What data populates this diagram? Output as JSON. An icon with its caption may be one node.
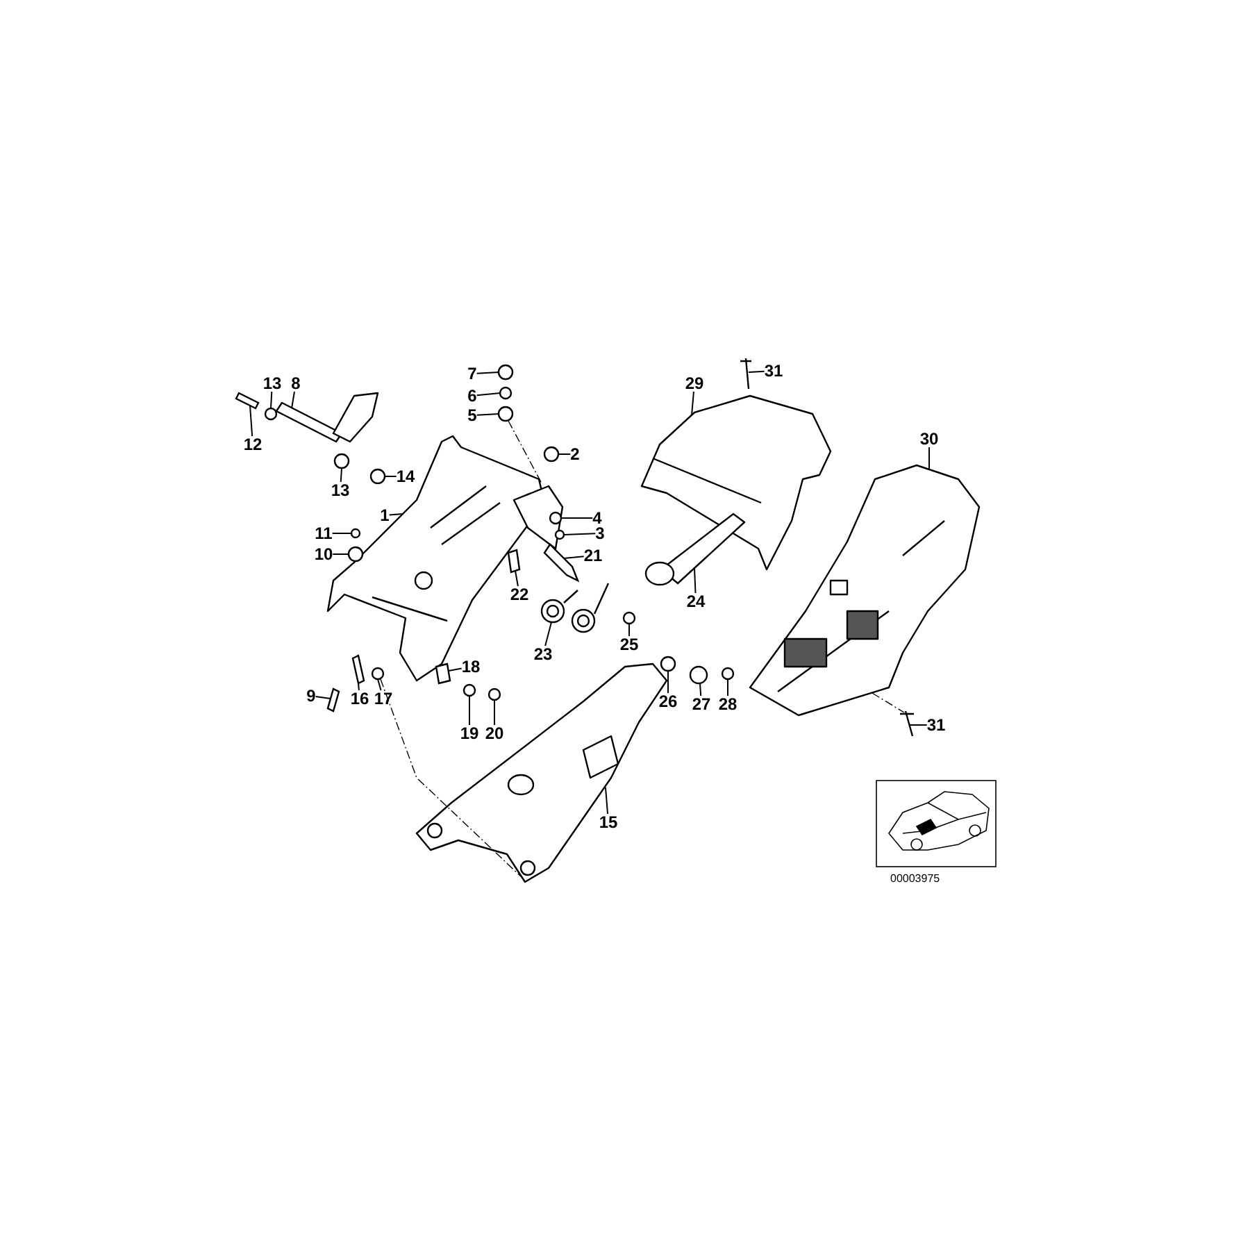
{
  "diagram": {
    "nodes": [
      {
        "text": [
          "7"
        ]
      },
      {
        "text": [
          "13"
        ]
      },
      {
        "text": [
          "8"
        ]
      },
      {
        "text": [
          "31"
        ]
      },
      {
        "text": [
          "6"
        ]
      },
      {
        "text": [
          "29"
        ]
      },
      {
        "text": [
          "5"
        ]
      },
      {
        "text": [
          "12"
        ]
      },
      {
        "text": [
          "2"
        ]
      },
      {
        "text": [
          "30"
        ]
      },
      {
        "text": [
          "13"
        ]
      },
      {
        "text": [
          "14"
        ]
      },
      {
        "text": [
          "1"
        ]
      },
      {
        "text": [
          "4"
        ]
      },
      {
        "text": [
          "11"
        ]
      },
      {
        "text": [
          "3"
        ]
      },
      {
        "text": [
          "10"
        ]
      },
      {
        "text": [
          "21"
        ]
      },
      {
        "text": [
          "22"
        ]
      },
      {
        "text": [
          "24"
        ]
      },
      {
        "text": [
          "23"
        ]
      },
      {
        "text": [
          "25"
        ]
      },
      {
        "text": [
          "18"
        ]
      },
      {
        "text": [
          "9"
        ]
      },
      {
        "text": [
          "16"
        ]
      },
      {
        "text": [
          "17"
        ]
      },
      {
        "text": [
          "26"
        ]
      },
      {
        "text": [
          "27"
        ]
      },
      {
        "text": [
          "28"
        ]
      },
      {
        "text": [
          "31"
        ]
      },
      {
        "text": [
          "19"
        ]
      },
      {
        "text": [
          "20"
        ]
      },
      {
        "text": [
          "15"
        ]
      },
      {
        "text": [],
        "shape": "circle"
      },
      {
        "text": [],
        "shape": "circle"
      },
      {
        "text": [],
        "shape": "picture"
      },
      {
        "text": [],
        "shape": "picture"
      },
      {
        "text": [],
        "shape": "circle"
      },
      {
        "text": [],
        "shape": "picture"
      },
      {
        "text": [],
        "shape": "circle"
      },
      {
        "text": [],
        "shape": "box"
      },
      {
        "text": [],
        "shape": "circle"
      },
      {
        "text": [],
        "shape": "picture"
      },
      {
        "text": [],
        "shape": "circle"
      },
      {
        "text": [],
        "shape": "circle"
      },
      {
        "text": [],
        "shape": "picture"
      },
      {
        "text": [],
        "shape": "circle"
      },
      {
        "text": [],
        "shape": "circle"
      },
      {
        "text": [],
        "shape": "circle"
      },
      {
        "text": [],
        "shape": "circle"
      },
      {
        "text": [],
        "shape": "box"
      },
      {
        "text": [],
        "shape": "box"
      },
      {
        "text": [],
        "shape": "picture"
      },
      {
        "text": [],
        "shape": "picture"
      },
      {
        "text": [],
        "shape": "circle"
      },
      {
        "text": [],
        "shape": "box"
      },
      {
        "text": [],
        "shape": "box"
      },
      {
        "text": [],
        "shape": "box"
      },
      {
        "text": [],
        "shape": "circle"
      },
      {
        "text": [],
        "shape": "circle"
      },
      {
        "text": [],
        "shape": "circle"
      },
      {
        "text": [],
        "shape": "circle"
      },
      {
        "text": [],
        "shape": "picture"
      },
      {
        "text": [],
        "shape": "circle"
      },
      {
        "text": [],
        "shape": "circle"
      },
      {
        "text": [],
        "shape": "picture"
      }
    ],
    "edges": [
      {
        "from": 0,
        "to": 33,
        "arrow": "none"
      },
      {
        "from": 1,
        "to": 34,
        "arrow": "none"
      },
      {
        "from": 2,
        "to": 35,
        "arrow": "none"
      },
      {
        "from": 3,
        "to": 36,
        "arrow": "none"
      },
      {
        "from": 4,
        "to": 37,
        "arrow": "none"
      },
      {
        "from": 5,
        "to": 38,
        "arrow": "none"
      },
      {
        "from": 6,
        "to": 39,
        "arrow": "none"
      },
      {
        "from": 7,
        "to": 40,
        "arrow": "none"
      },
      {
        "from": 8,
        "to": 41,
        "arrow": "none"
      },
      {
        "from": 9,
        "to": 42,
        "arrow": "none"
      },
      {
        "from": 10,
        "to": 43,
        "arrow": "none"
      },
      {
        "from": 11,
        "to": 44,
        "arrow": "none"
      },
      {
        "from": 12,
        "to": 45,
        "arrow": "none"
      },
      {
        "from": 13,
        "to": 46,
        "arrow": "none"
      },
      {
        "from": 14,
        "to": 47,
        "arrow": "none"
      },
      {
        "from": 15,
        "to": 48,
        "arrow": "none"
      },
      {
        "from": 16,
        "to": 49,
        "arrow": "none"
      },
      {
        "from": 17,
        "to": 50,
        "arrow": "none"
      },
      {
        "from": 18,
        "to": 51,
        "arrow": "none"
      },
      {
        "from": 19,
        "to": 52,
        "arrow": "none"
      },
      {
        "from": 20,
        "to": 53,
        "arrow": "none"
      },
      {
        "from": 21,
        "to": 54,
        "arrow": "none"
      },
      {
        "from": 22,
        "to": 55,
        "arrow": "none"
      },
      {
        "from": 23,
        "to": 56,
        "arrow": "none"
      },
      {
        "from": 24,
        "to": 57,
        "arrow": "none"
      },
      {
        "from": 25,
        "to": 58,
        "arrow": "none"
      },
      {
        "from": 26,
        "to": 59,
        "arrow": "none"
      },
      {
        "from": 27,
        "to": 60,
        "arrow": "none"
      },
      {
        "from": 28,
        "to": 61,
        "arrow": "none"
      },
      {
        "from": 29,
        "to": 62,
        "arrow": "none"
      },
      {
        "from": 30,
        "to": 63,
        "arrow": "none"
      },
      {
        "from": 31,
        "to": 64,
        "arrow": "none"
      },
      {
        "from": 32,
        "to": 65,
        "arrow": "none"
      },
      {
        "from": 39,
        "to": 45,
        "arrow": "none",
        "style": "dashed"
      },
      {
        "from": 58,
        "to": 65,
        "arrow": "none",
        "style": "dashed"
      },
      {
        "from": 42,
        "to": 62,
        "arrow": "none",
        "style": "dashed"
      }
    ],
    "labels": [
      "00003975"
    ]
  }
}
